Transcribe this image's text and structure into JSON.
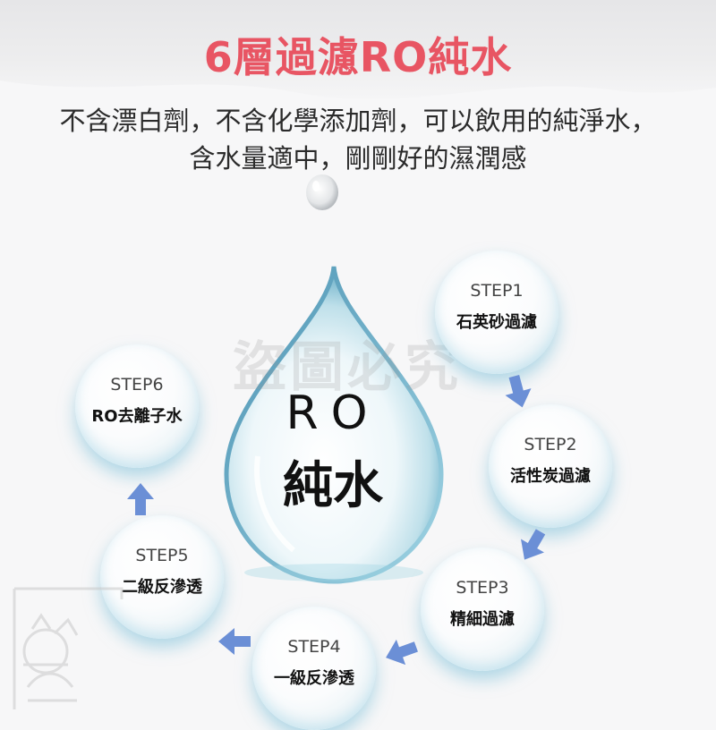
{
  "title": "6層過濾RO純水",
  "subtitle_line1": "不含漂白劑，不含化學添加劑，可以飲用的純淨水，",
  "subtitle_line2": "含水量適中，剛剛好的濕潤感",
  "center": {
    "line1": "RO",
    "line2": "純水"
  },
  "watermark": "盜圖必究",
  "steps": [
    {
      "step": "STEP1",
      "name": "石英砂過濾"
    },
    {
      "step": "STEP2",
      "name": "活性炭過濾"
    },
    {
      "step": "STEP3",
      "name": "精細過濾"
    },
    {
      "step": "STEP4",
      "name": "一級反滲透"
    },
    {
      "step": "STEP5",
      "name": "二級反滲透"
    },
    {
      "step": "STEP6",
      "name": "RO去離子水"
    }
  ],
  "colors": {
    "title": "#e85563",
    "arrow": "#6b8fd6",
    "bubble_shadow": "#8cc9dc"
  }
}
